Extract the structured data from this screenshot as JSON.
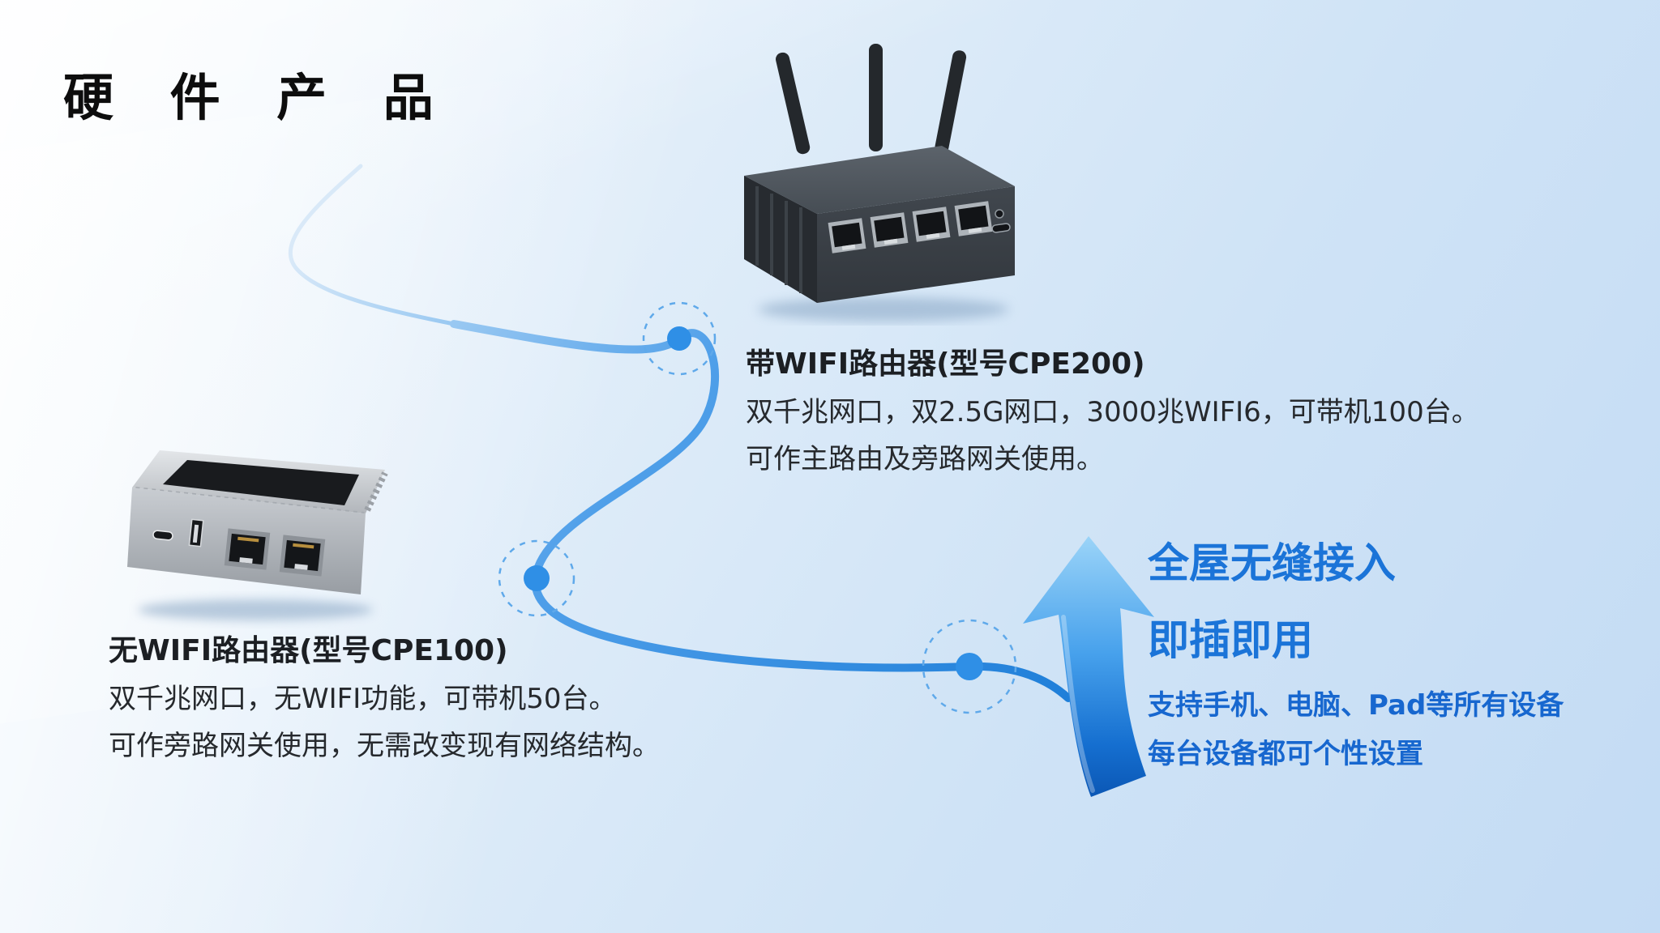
{
  "page": {
    "title": "硬 件 产 品"
  },
  "devices": [
    {
      "id": "cpe200",
      "name": "带WIFI路由器(型号CPE200)",
      "desc_line1": "双千兆网口，双2.5G网口，3000兆WIFI6，可带机100台。",
      "desc_line2": "可作主路由及旁路网关使用。"
    },
    {
      "id": "cpe100",
      "name": "无WIFI路由器(型号CPE100)",
      "desc_line1": "双千兆网口，无WIFI功能，可带机50台。",
      "desc_line2": "可作旁路网关使用，无需改变现有网络结构。"
    }
  ],
  "features": {
    "headline1": "全屋无缝接入",
    "headline2": "即插即用",
    "line1": "支持手机、电脑、Pad等所有设备",
    "line2": "每台设备都可个性设置"
  },
  "colors": {
    "accent_blue": "#1b74d8",
    "curve_blue": "#2f8fe6",
    "background_light": "#e0edf9",
    "background_deep": "#c3dbf4",
    "title_black": "#0d0d0d"
  }
}
